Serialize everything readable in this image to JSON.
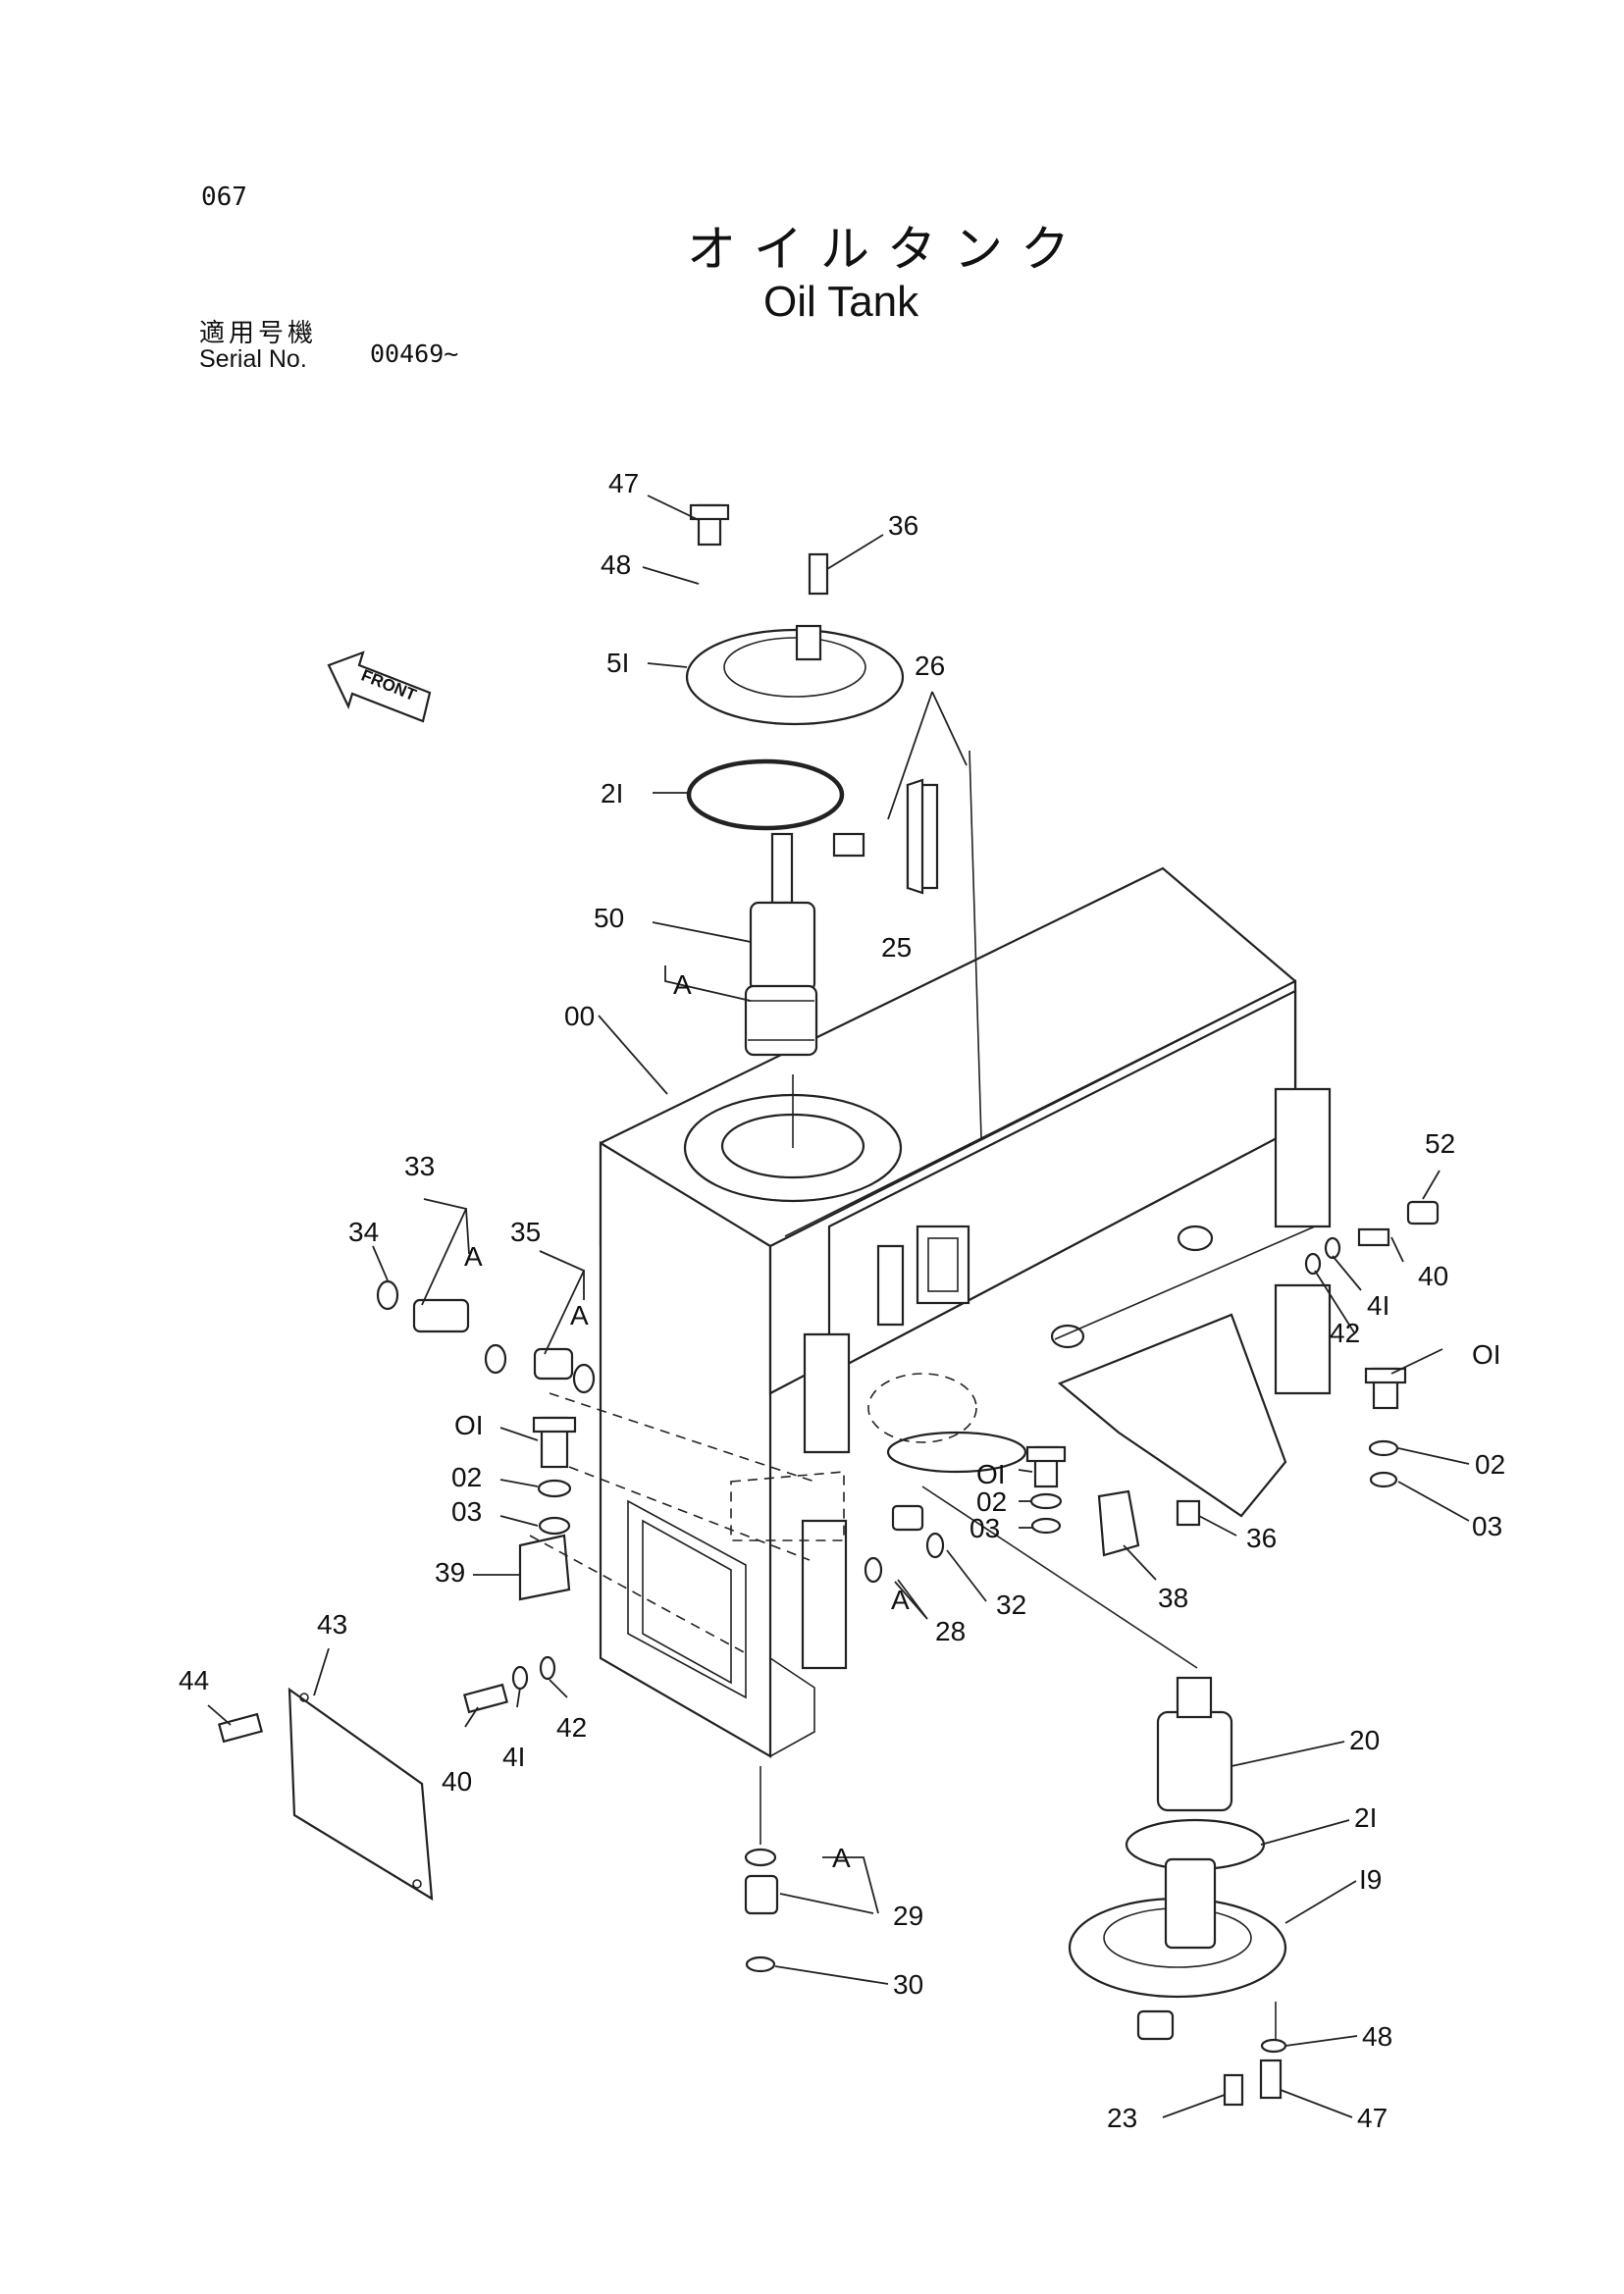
{
  "header": {
    "page_number": "067",
    "title_jp": "オイルタンク",
    "title_en": "Oil Tank",
    "serial_label_jp": "適用号機",
    "serial_label_en": "Serial No.",
    "serial_value": "00469~"
  },
  "diagram": {
    "front_arrow": "FRONT",
    "callouts": {
      "c47_top": "47",
      "c36_top": "36",
      "c48_top": "48",
      "c51": "5I",
      "c26": "26",
      "c21_top": "2I",
      "c25": "25",
      "c50": "50",
      "cA_50": "A",
      "c00": "00",
      "c52": "52",
      "c40_right": "40",
      "c41_right": "4I",
      "c42_right": "42",
      "c33": "33",
      "c34": "34",
      "cA_33": "A",
      "c35": "35",
      "cA_35": "A",
      "c01_left": "OI",
      "c02_left": "02",
      "c03_left": "03",
      "c39": "39",
      "c01_mid": "OI",
      "c02_mid": "02",
      "c03_mid": "03",
      "c01_right": "OI",
      "c02_right": "02",
      "c03_right": "03",
      "c36_bottom": "36",
      "c38": "38",
      "c32": "32",
      "cA_28": "A",
      "c28": "28",
      "c43": "43",
      "c44": "44",
      "c40_left": "40",
      "c41_left": "4I",
      "c42_left": "42",
      "cA_29": "A",
      "c29": "29",
      "c30": "30",
      "c20": "20",
      "c21_bottom": "2I",
      "c19": "I9",
      "c48_bottom": "48",
      "c23": "23",
      "c47_bottom": "47"
    }
  }
}
